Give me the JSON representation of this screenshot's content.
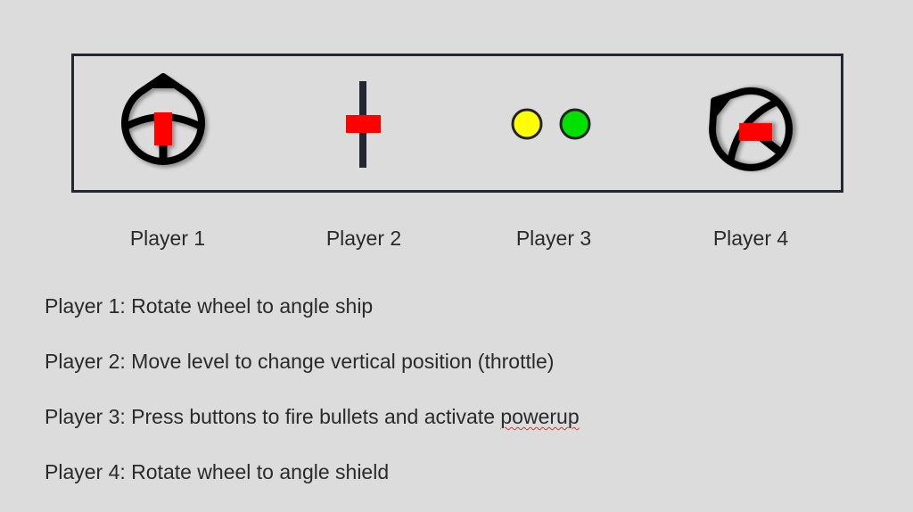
{
  "players": [
    {
      "label": "Player 1",
      "control": "steering-wheel"
    },
    {
      "label": "Player 2",
      "control": "lever"
    },
    {
      "label": "Player 3",
      "control": "buttons"
    },
    {
      "label": "Player 4",
      "control": "steering-wheel"
    }
  ],
  "descriptions": [
    {
      "prefix": "Player 1: Rotate wheel to angle ship"
    },
    {
      "prefix": "Player 2: Move level to change vertical position (throttle)"
    },
    {
      "prefix": "Player 3: Press buttons to fire bullets and activate ",
      "misspelled": "powerup"
    },
    {
      "prefix": "Player 4: Rotate wheel to angle shield"
    }
  ],
  "colors": {
    "handle": "#ff0000",
    "button_left": "#ffff00",
    "button_right": "#00e000",
    "frame": "#222831"
  }
}
